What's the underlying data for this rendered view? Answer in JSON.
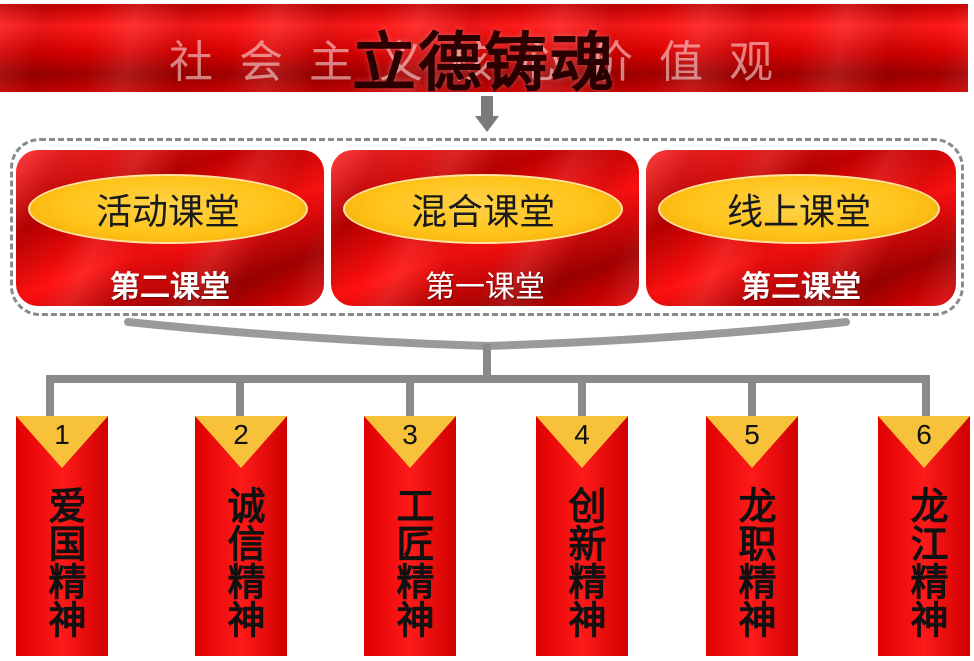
{
  "banner": {
    "title": "立德铸魂",
    "subtitle": "社会主义核心价值观"
  },
  "classrooms": [
    {
      "name": "活动课堂",
      "label": "第二课堂"
    },
    {
      "name": "混合课堂",
      "label": "第一课堂"
    },
    {
      "name": "线上课堂",
      "label": "第三课堂"
    }
  ],
  "spirits": [
    {
      "num": "1",
      "text": "爱国精神"
    },
    {
      "num": "2",
      "text": "诚信精神"
    },
    {
      "num": "3",
      "text": "工匠精神"
    },
    {
      "num": "4",
      "text": "创新精神"
    },
    {
      "num": "5",
      "text": "龙职精神"
    },
    {
      "num": "6",
      "text": "龙江精神"
    }
  ],
  "colors": {
    "banner_red": "#d80000",
    "ellipse_gold": "#ffc41a",
    "triangle_gold": "#f7c23a",
    "connector_gray": "#8a8a8a"
  }
}
